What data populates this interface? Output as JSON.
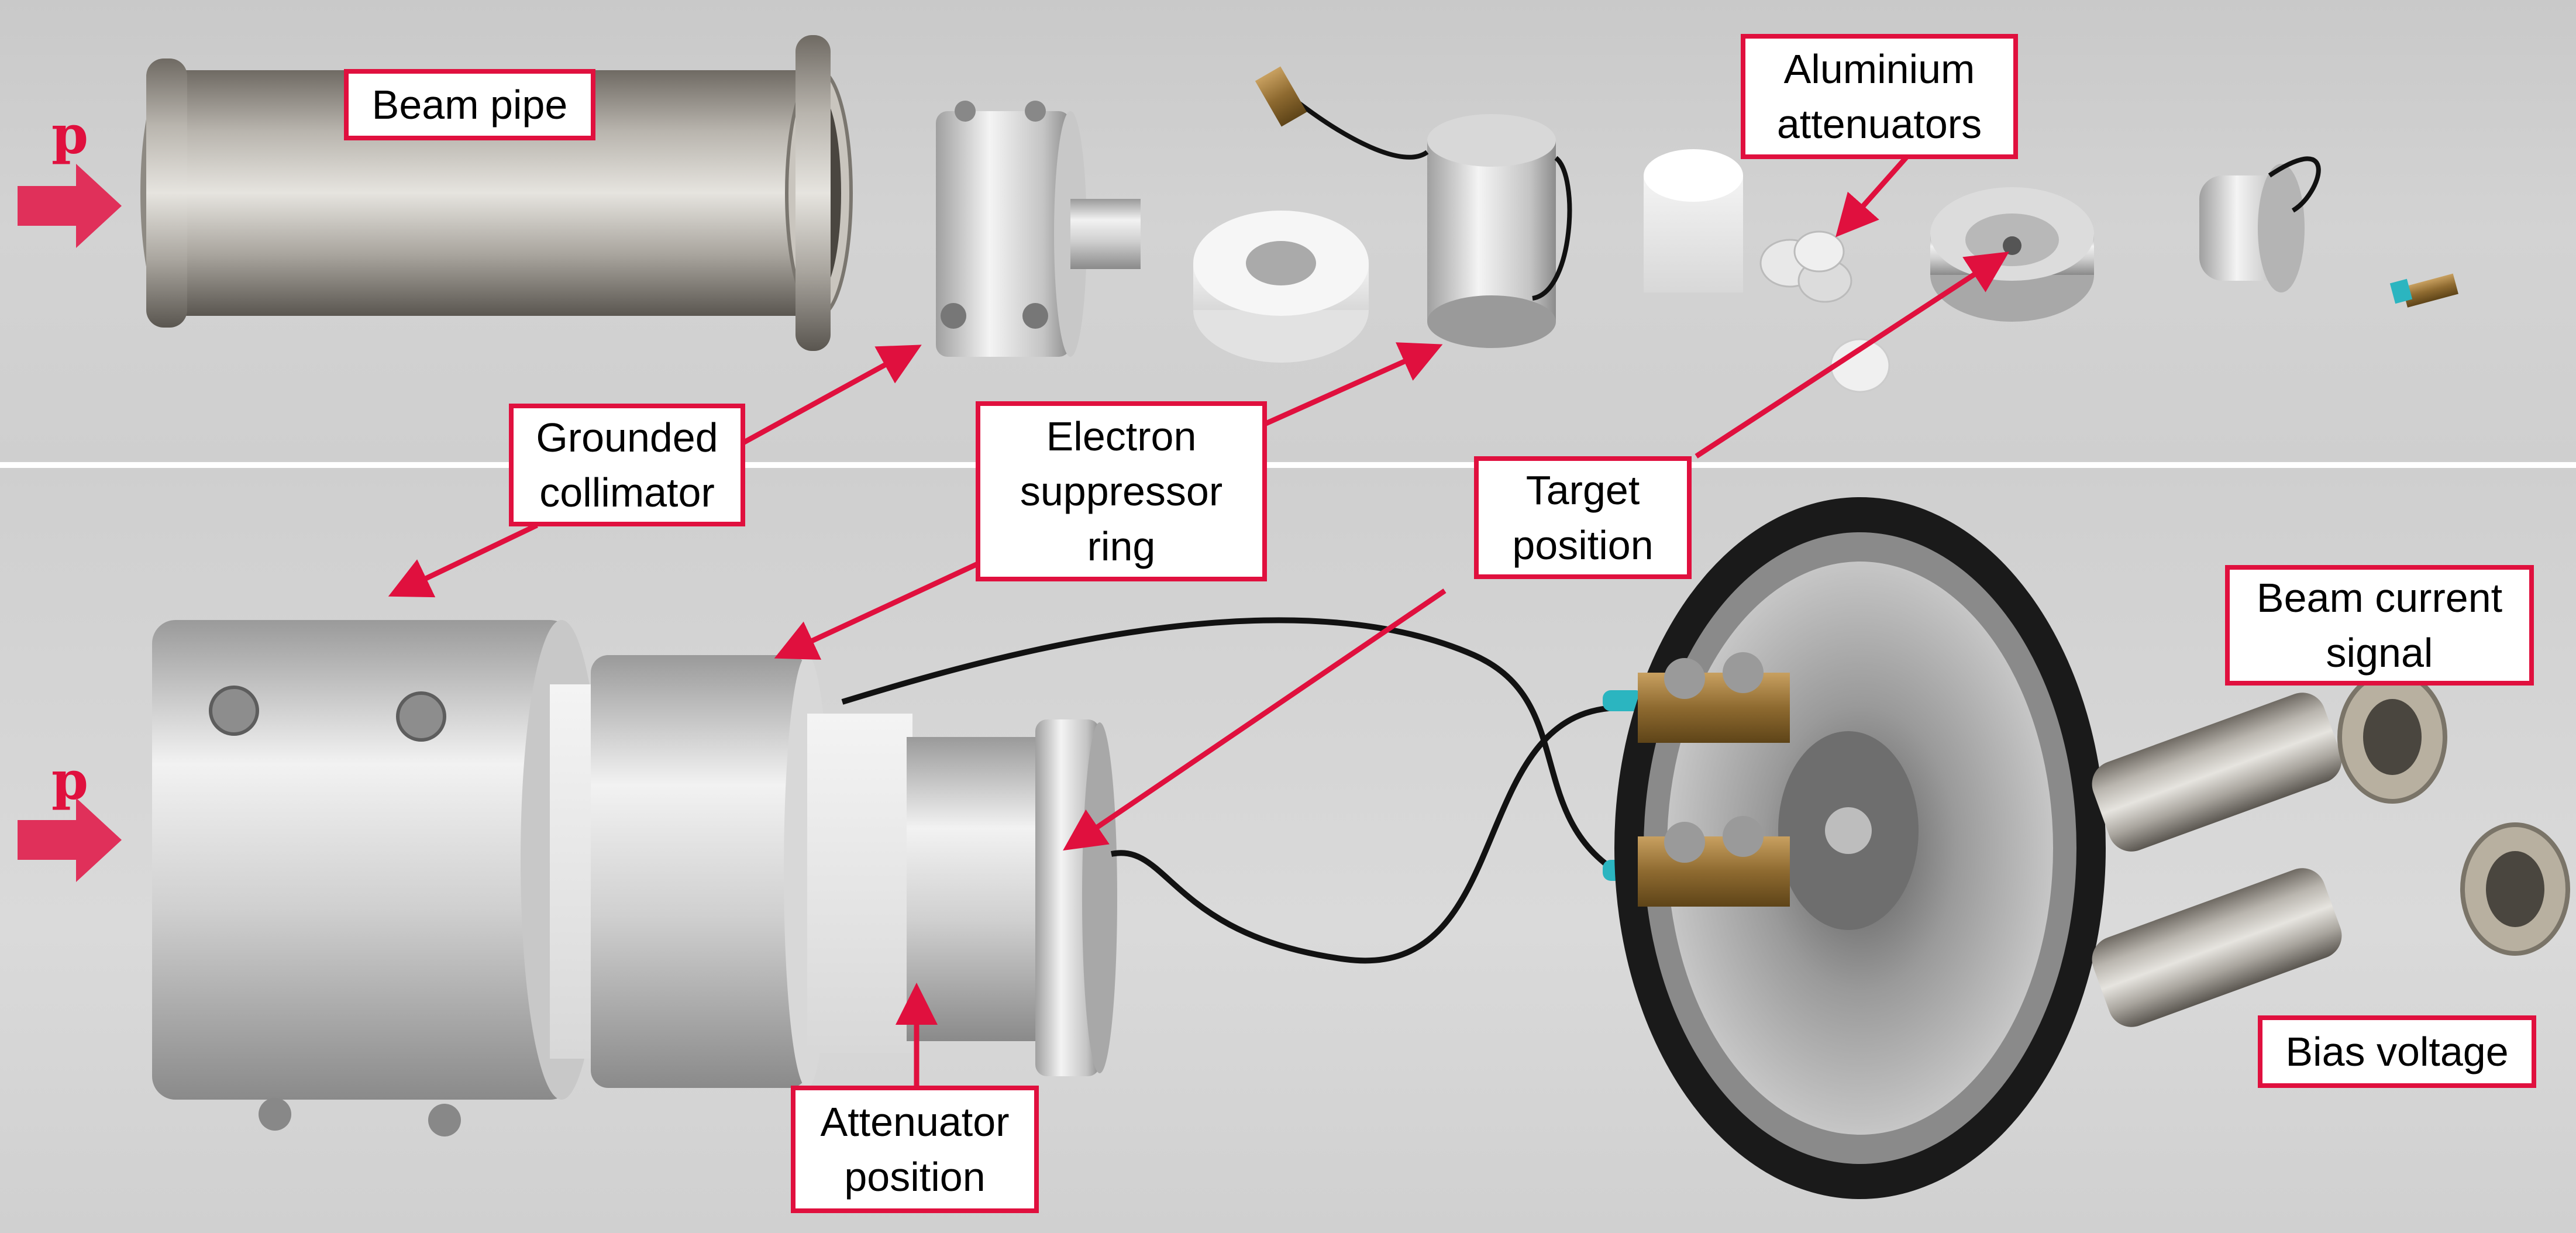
{
  "image": {
    "proton_marker": "p",
    "colors": {
      "annotation_red": "#e0103e",
      "proton_arrow": "#e0305a",
      "background": "#d2d2d2"
    },
    "labels": {
      "beam_pipe": "Beam pipe",
      "aluminium_attenuators": "Aluminium\nattenuators",
      "grounded_collimator": "Grounded\ncollimator",
      "electron_suppressor_ring": "Electron\nsuppressor\nring",
      "target_position": "Target\nposition",
      "beam_current_signal": "Beam current\nsignal",
      "bias_voltage": "Bias voltage",
      "attenuator_position": "Attenuator\nposition"
    }
  }
}
